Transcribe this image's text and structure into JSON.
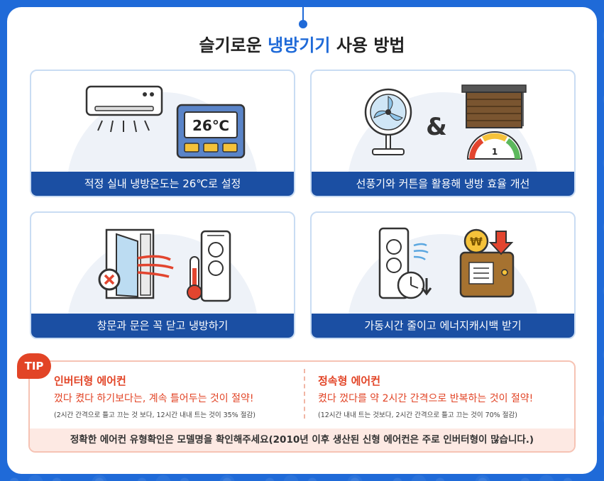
{
  "title": {
    "prefix": "슬기로운 ",
    "highlight": "냉방기기",
    "suffix": " 사용 방법"
  },
  "cards": [
    {
      "label": "적정 실내 냉방온도는 26℃로 설정",
      "thermostat": "26℃"
    },
    {
      "label": "선풍기와 커튼을 활용해 냉방 효율 개선",
      "amp": "&",
      "gauge": "1"
    },
    {
      "label": "창문과 문은 꼭 닫고 냉방하기"
    },
    {
      "label": "가동시간 줄이고 에너지캐시백 받기",
      "coin": "₩"
    }
  ],
  "tip": {
    "badge": "TIP",
    "left": {
      "heading": "인버터형 에어컨",
      "body": "껐다 켰다 하기보다는, 계속 틀어두는 것이 절약!",
      "note": "(2시간 간격으로 틀고 끄는 것 보다, 12시간 내내 트는 것이 35% 절감)"
    },
    "right": {
      "heading": "정속형 에어컨",
      "body": "켰다 껐다를 약 2시간 간격으로 반복하는 것이 절약!",
      "note": "(12시간 내내 트는 것보다, 2시간 간격으로 틀고 끄는 것이 70% 절감)"
    },
    "footer": "정확한 에어컨 유형확인은 모델명을 확인해주세요(2010년 이후 생산된 신형 에어컨은 주로 인버터형이 많습니다.)"
  },
  "colors": {
    "primary": "#1f6ad8",
    "bar": "#1b4fa3",
    "tip": "#e24426"
  }
}
